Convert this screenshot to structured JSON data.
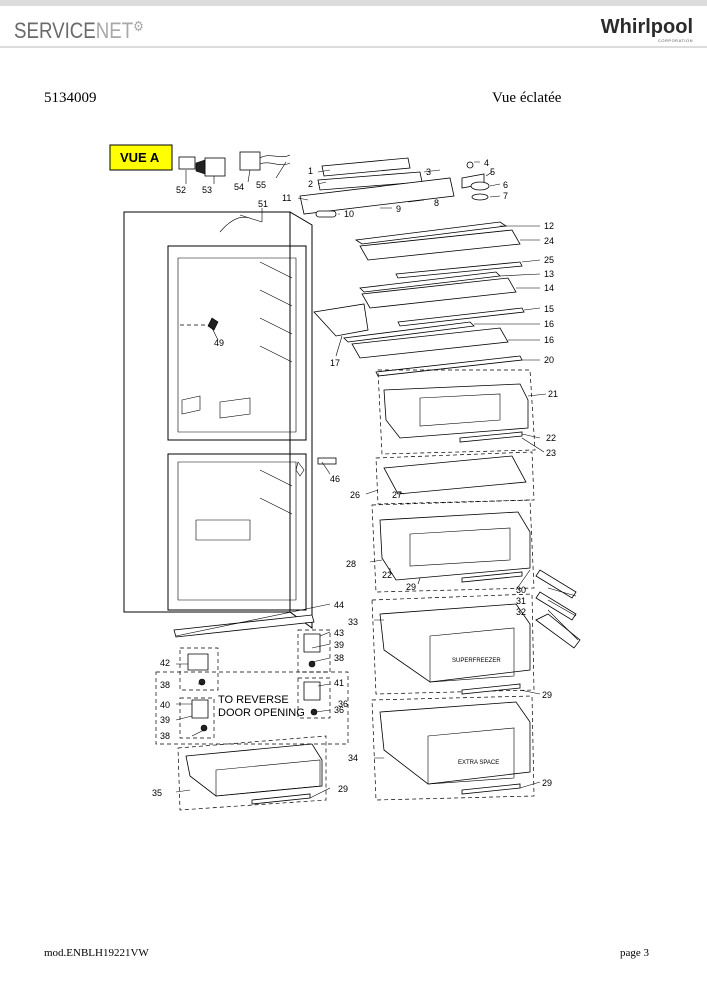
{
  "header": {
    "brand_left_a": "SERVICE",
    "brand_left_b": "NET",
    "brand_right": "Whirlpool",
    "brand_right_sub": "CORPORATION"
  },
  "document": {
    "code": "5134009",
    "view_title": "Vue éclatée"
  },
  "footer": {
    "model": "mod.ENBLH19221VW",
    "page": "page 3"
  },
  "diagram": {
    "view_tag": "VUE A",
    "reverse_note_line1": "TO REVERSE",
    "reverse_note_line2": "DOOR OPENING",
    "drawer_label_superfreeze": "SUPERFREEZER",
    "drawer_label_extraspace": "EXTRA SPACE",
    "part_numbers": {
      "p1": "1",
      "p2": "2",
      "p3": "3",
      "p4": "4",
      "p5": "5",
      "p6": "6",
      "p7": "7",
      "p8": "8",
      "p9": "9",
      "p10": "10",
      "p11": "11",
      "p12": "12",
      "p13": "13",
      "p14": "14",
      "p15": "15",
      "p16a": "16",
      "p16b": "16",
      "p17": "17",
      "p20": "20",
      "p21": "21",
      "p22a": "22",
      "p22b": "22",
      "p23": "23",
      "p24": "24",
      "p25": "25",
      "p26": "26",
      "p27": "27",
      "p28": "28",
      "p29a": "29",
      "p29b": "29",
      "p29c": "29",
      "p29d": "29",
      "p30": "30",
      "p31": "31",
      "p32": "32",
      "p33": "33",
      "p34": "34",
      "p35": "35",
      "p36a": "36",
      "p36b": "36",
      "p38a": "38",
      "p38b": "38",
      "p38c": "38",
      "p39a": "39",
      "p39b": "39",
      "p40": "40",
      "p41": "41",
      "p42": "42",
      "p43": "43",
      "p44": "44",
      "p46": "46",
      "p49": "49",
      "p51": "51",
      "p52": "52",
      "p53": "53",
      "p54": "54",
      "p55": "55"
    }
  }
}
